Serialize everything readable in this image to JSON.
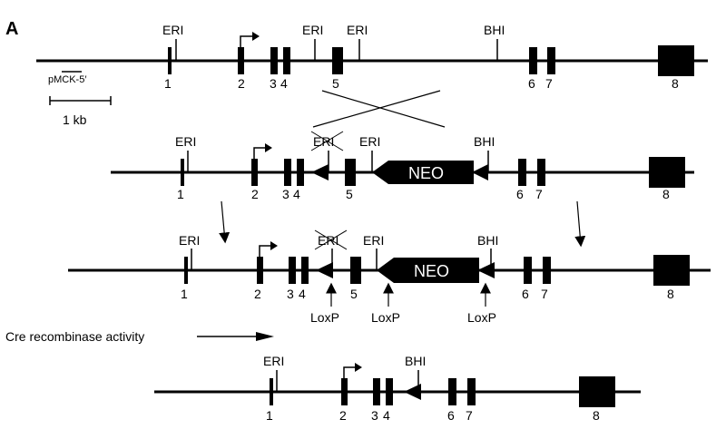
{
  "panel_label": "A",
  "scale_bar": {
    "label": "1 kb",
    "probe_label": "pMCK-5′"
  },
  "restriction_labels": {
    "eri": "ERI",
    "bhi": "BHI"
  },
  "neo_label": "NEO",
  "loxp_label": "LoxP",
  "cre_label": "Cre recombinase activity",
  "exons": [
    "1",
    "2",
    "3",
    "4",
    "5",
    "6",
    "7",
    "8"
  ],
  "line1": {
    "site_labels": [
      "ERI",
      "ERI",
      "ERI",
      "BHI"
    ],
    "exon_labels": [
      "1",
      "2",
      "3",
      "4",
      "5",
      "6",
      "7",
      "8"
    ]
  },
  "line2": {
    "site_labels": [
      "ERI",
      "ERI",
      "ERI",
      "BHI"
    ],
    "exon_labels": [
      "1",
      "2",
      "3",
      "4",
      "5",
      "6",
      "7",
      "8"
    ]
  },
  "line3": {
    "site_labels": [
      "ERI",
      "ERI",
      "ERI",
      "BHI"
    ],
    "exon_labels": [
      "1",
      "2",
      "3",
      "4",
      "5",
      "6",
      "7",
      "8"
    ],
    "loxp_labels": [
      "LoxP",
      "LoxP",
      "LoxP"
    ]
  },
  "line4": {
    "site_labels": [
      "ERI",
      "BHI"
    ],
    "exon_labels": [
      "1",
      "2",
      "3",
      "4",
      "6",
      "7",
      "8"
    ]
  }
}
